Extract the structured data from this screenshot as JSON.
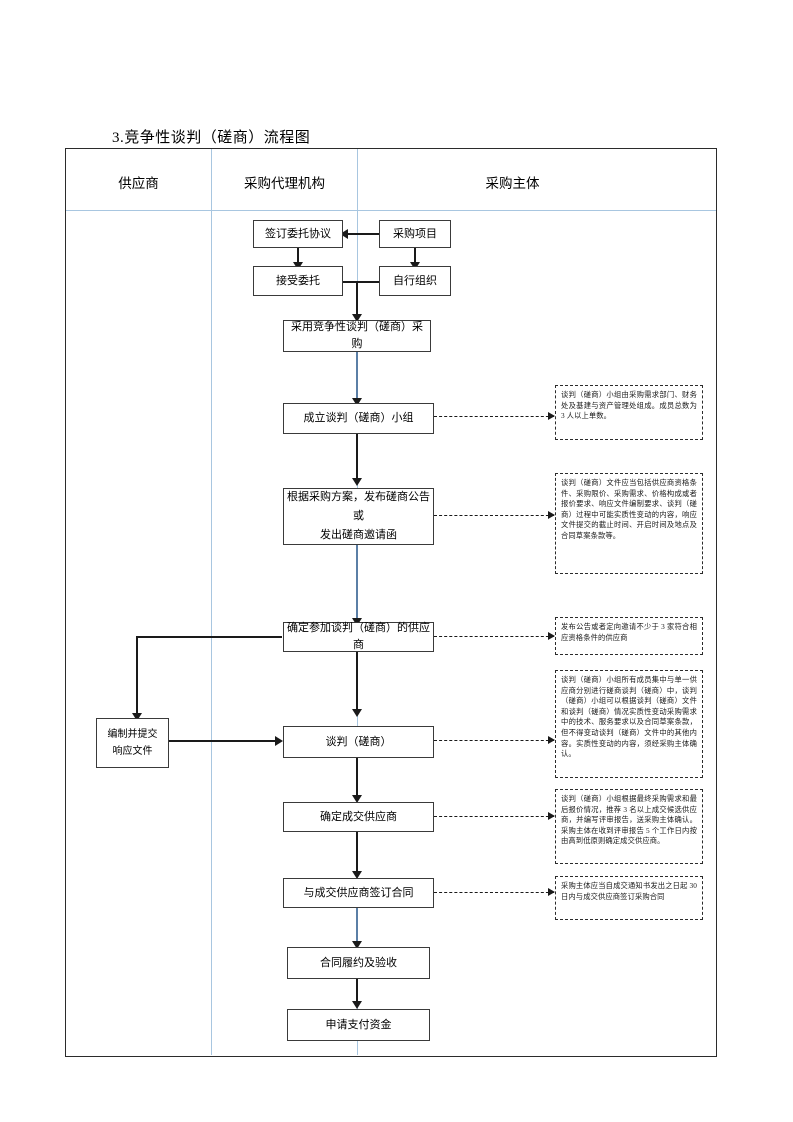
{
  "title": "3.竞争性谈判（磋商）流程图",
  "lanes": [
    {
      "label": "供应商"
    },
    {
      "label": "采购代理机构"
    },
    {
      "label": "采购主体"
    }
  ],
  "nodes": {
    "sign_entrust": "签订委托协议",
    "purchase_project": "采购项目",
    "accept_entrust": "接受委托",
    "self_organize": "自行组织",
    "adopt_method": "采用竞争性谈判（磋商）采购",
    "form_group": "成立谈判（磋商）小组",
    "publish_notice_line1": "根据采购方案，发布磋商公告或",
    "publish_notice_line2": "发出磋商邀请函",
    "determine_suppliers": "确定参加谈判（磋商）的供应商",
    "prepare_response_line1": "编制并提交",
    "prepare_response_line2": "响应文件",
    "negotiation": "谈判（磋商）",
    "determine_winner": "确定成交供应商",
    "sign_contract": "与成交供应商签订合同",
    "perform_accept": "合同履约及验收",
    "apply_payment": "申请支付资金"
  },
  "notes": {
    "note_group": "谈判（磋商）小组由采购需求部门、财务处及基建与资产管理处组成。成员总数为 3 人以上单数。",
    "note_documents": "谈判（磋商）文件应当包括供应商资格条件、采购限价、采购需求、价格构成或者报价要求、响应文件编制要求、谈判（磋商）过程中可能实质性变动的内容，响应文件提交的截止时间、开启时间及地点及合同草案条款等。",
    "note_invite": "发布公告或者定向邀请不少于 3 家符合相应资格条件的供应商",
    "note_negotiation": "谈判（磋商）小组所有成员集中与单一供应商分别进行磋商谈判（磋商）中，谈判（磋商）小组可以根据谈判（磋商）文件和谈判（磋商）情况实质性变动采购需求中的技术、服务要求以及合同草案条款，但不得变动谈判（磋商）文件中的其他内容。实质性变动的内容，须经采购主体确认。",
    "note_winner": "谈判（磋商）小组根据最终采购需求和最后报价情况，推荐 3 名以上成交候选供应商，并编写评审报告，送采购主体确认。采购主体在收到评审报告 5 个工作日内按由高到低原则确定成交供应商。",
    "note_contract": "采购主体应当自成交通知书发出之日起 30 日内与成交供应商签订采购合同"
  },
  "colors": {
    "frame_border": "#2b2b2b",
    "lane_divider": "#a8c6e0",
    "connector": "#1a1a1a",
    "box_border": "#3a3a3a"
  }
}
